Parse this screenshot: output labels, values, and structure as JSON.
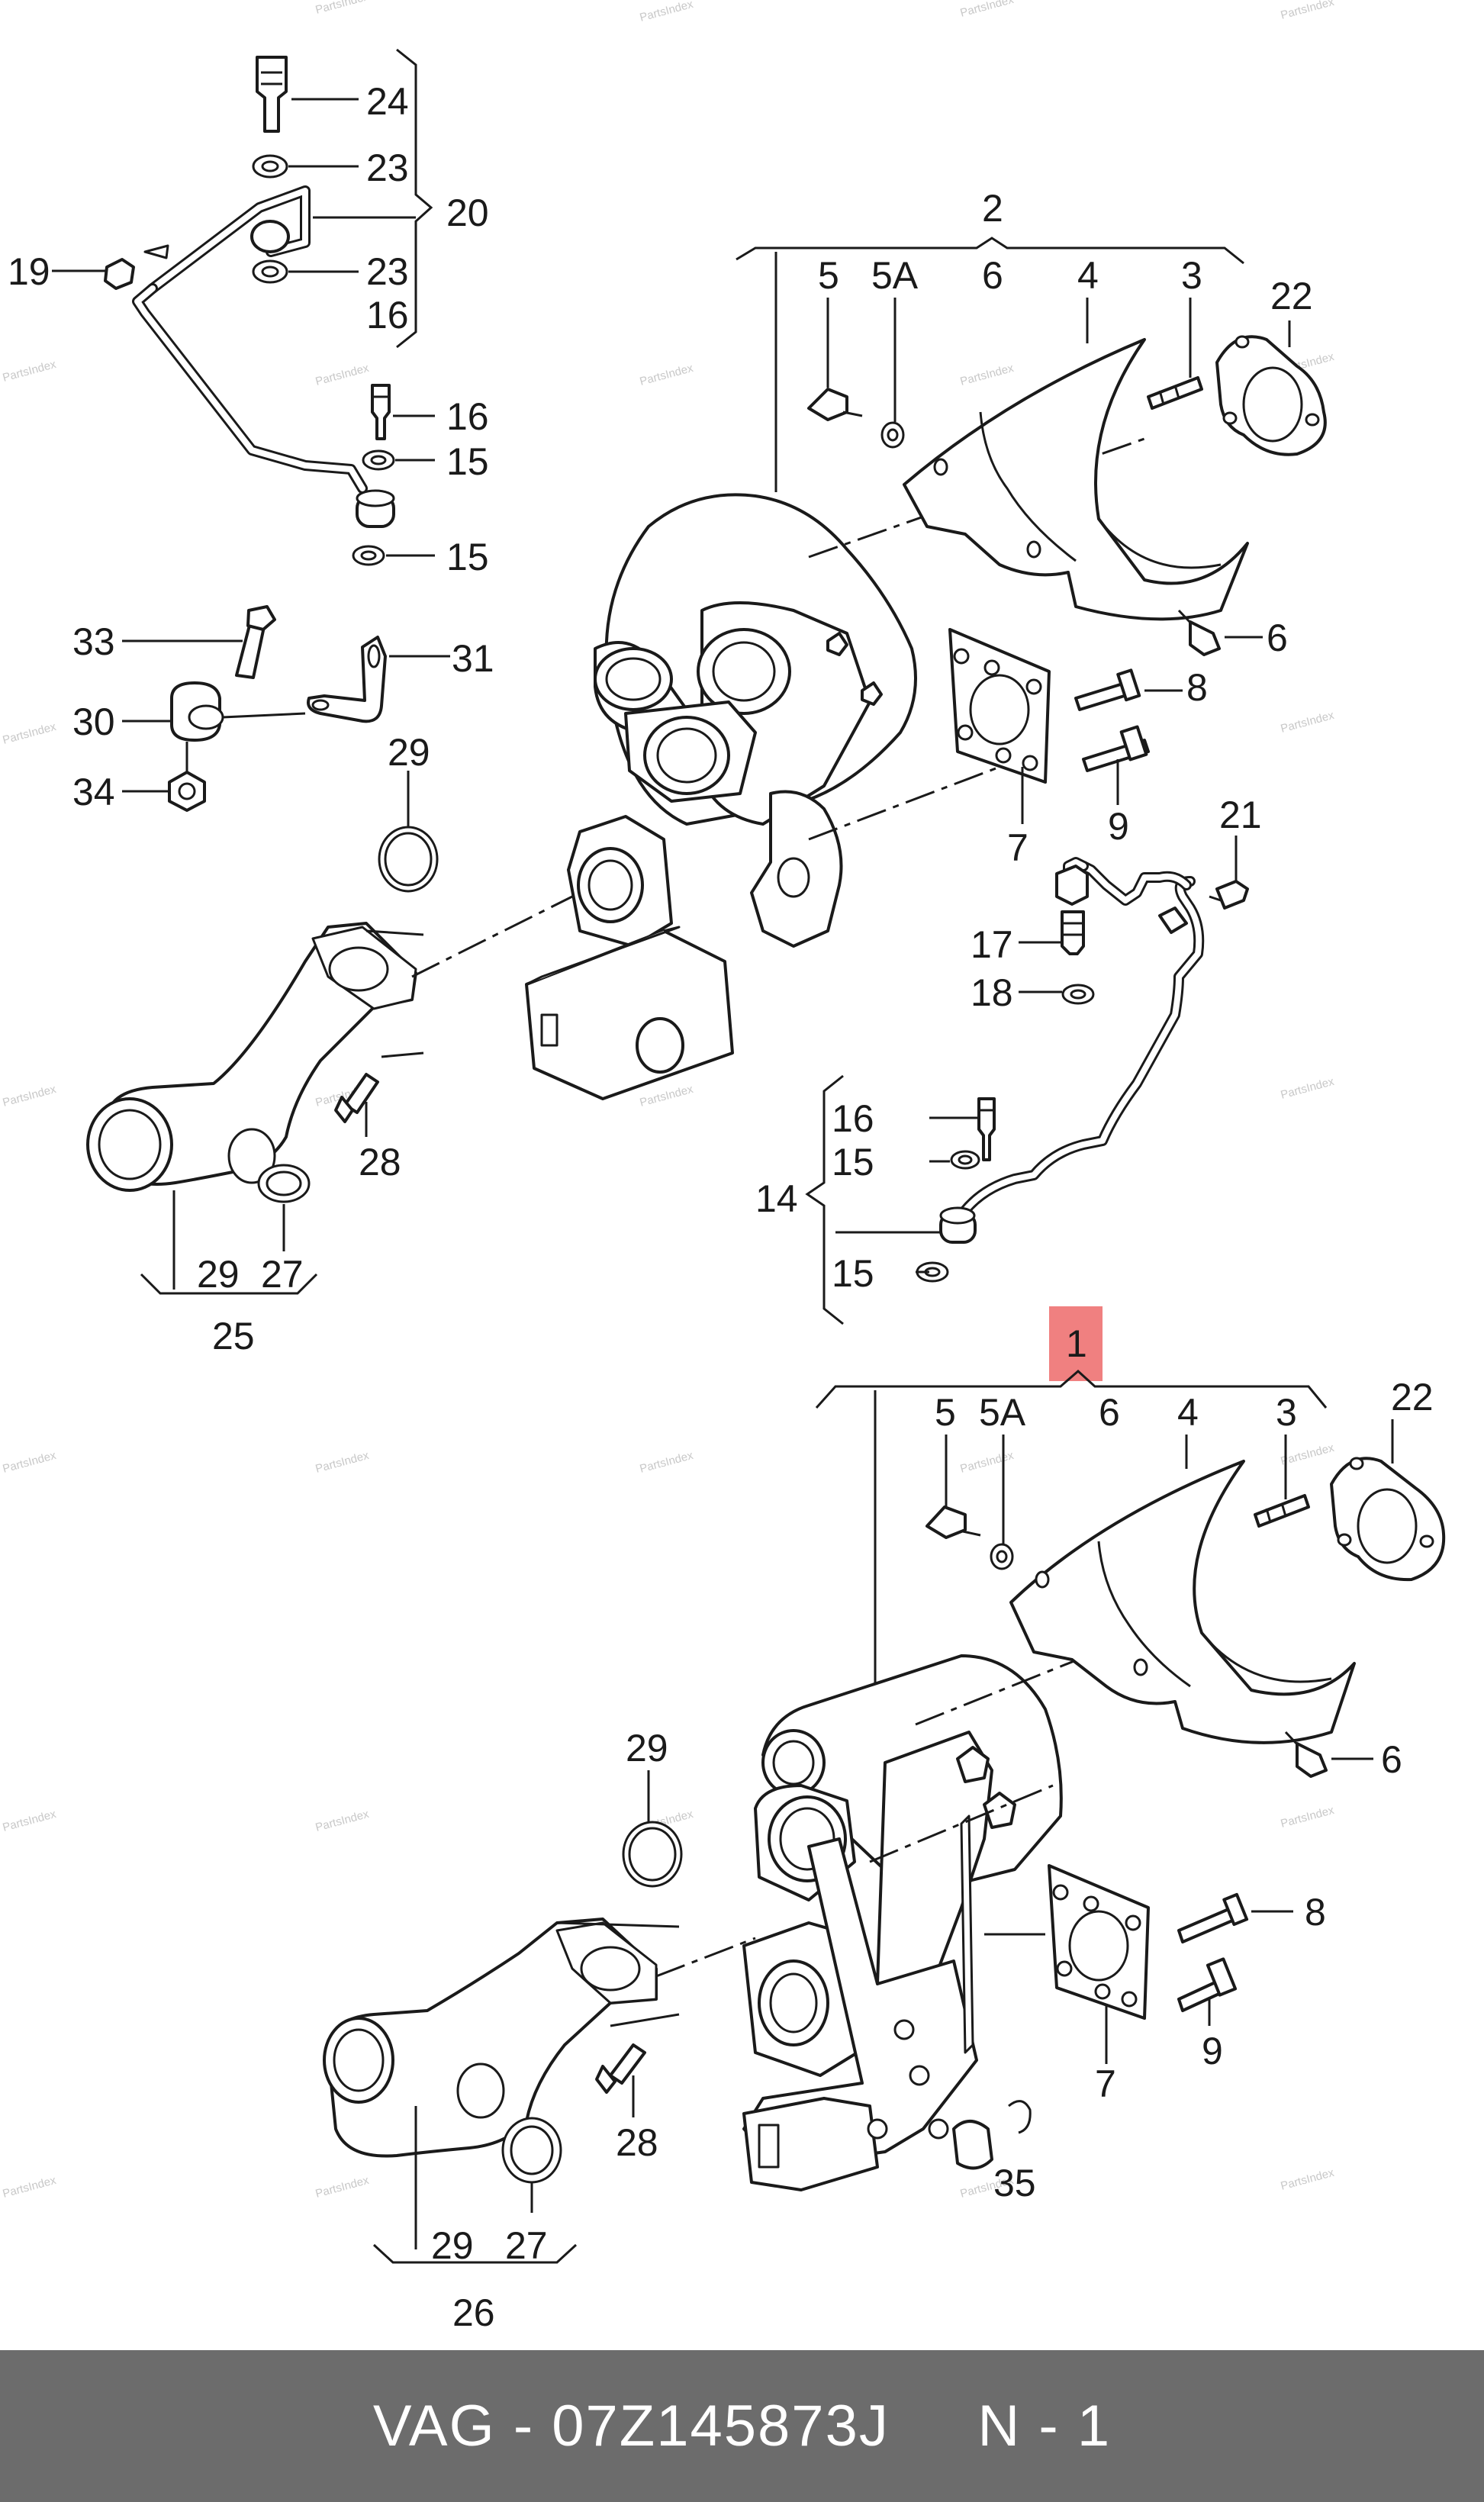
{
  "watermark": "PartsIndex",
  "footer": {
    "text": "VAG - 07Z145873J     N - 1"
  },
  "labels": {
    "l24": "24",
    "l23a": "23",
    "l20": "20",
    "l19": "19",
    "l23b": "23",
    "l16a": "16",
    "l16b": "16",
    "l15a": "15",
    "l15b": "15",
    "l33": "33",
    "l31": "31",
    "l30": "30",
    "l34": "34",
    "l29a": "29",
    "l28a": "28",
    "l29b": "29",
    "l27a": "27",
    "l25": "25",
    "l2": "2",
    "l5a": "5",
    "l5Aa": "5A",
    "l6a": "6",
    "l4a": "4",
    "l3a": "3",
    "l22a": "22",
    "l6b": "6",
    "l8a": "8",
    "l7a": "7",
    "l9a": "9",
    "l21": "21",
    "l17": "17",
    "l18": "18",
    "l16c": "16",
    "l15c": "15",
    "l14": "14",
    "l15d": "15",
    "l1": "1",
    "l5b": "5",
    "l5Ab": "5A",
    "l6c": "6",
    "l4b": "4",
    "l3b": "3",
    "l22b": "22",
    "l6d": "6",
    "l29c": "29",
    "l8b": "8",
    "l7b": "7",
    "l9b": "9",
    "l28b": "28",
    "l35": "35",
    "l29d": "29",
    "l27b": "27",
    "l26": "26"
  },
  "colors": {
    "highlight": "#f08080",
    "footer_bg": "#6c6c6c",
    "footer_text": "#ffffff",
    "line": "#1a1a1a"
  }
}
